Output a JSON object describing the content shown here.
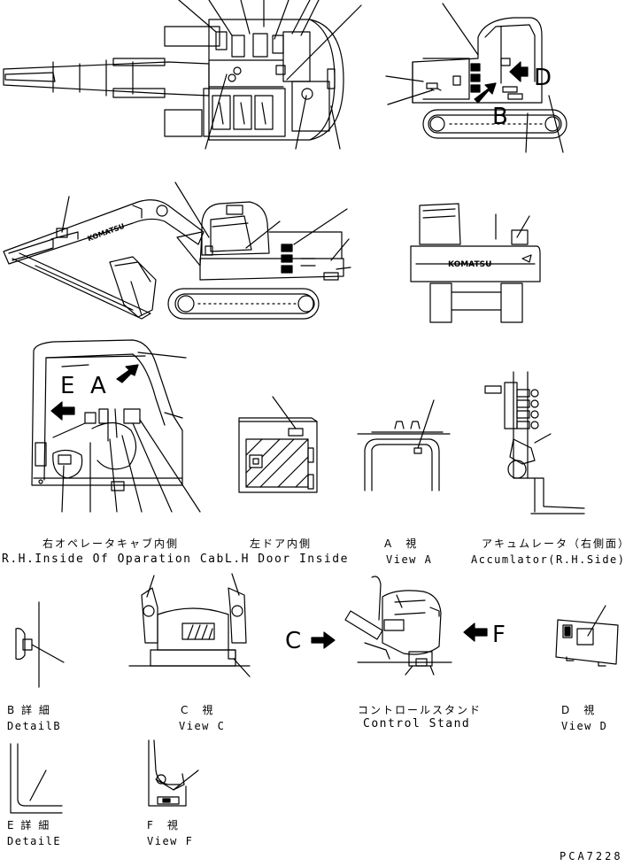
{
  "markers": {
    "D": "D",
    "B": "B",
    "E": "E",
    "A": "A",
    "C": "C",
    "F": "F"
  },
  "brand": "KOMATSU",
  "captions": {
    "rh_cab_jp": "右オペレータキャブ内側",
    "rh_cab_en": "R.H.Inside Of Oparation Cab",
    "lh_door_jp": "左ドア内側",
    "lh_door_en": "L.H Door Inside",
    "view_a_jp": "A　視",
    "view_a_en": "View A",
    "accum_jp": "アキュムレータ（右側面）",
    "accum_en": "Accumlator(R.H.Side)",
    "detail_b_jp": "B 詳 細",
    "detail_b_en": "DetailB",
    "view_c_jp": "C　視",
    "view_c_en": "View C",
    "stand_jp": "コントロールスタンド",
    "stand_en": "Control Stand",
    "view_d_jp": "D　視",
    "view_d_en": "View D",
    "detail_e_jp": "E 詳 細",
    "detail_e_en": "DetailE",
    "view_f_jp": "F　視",
    "view_f_en": "View F"
  },
  "drawing_code": "PCA7228",
  "colors": {
    "ink": "#000000",
    "paper": "#ffffff"
  }
}
